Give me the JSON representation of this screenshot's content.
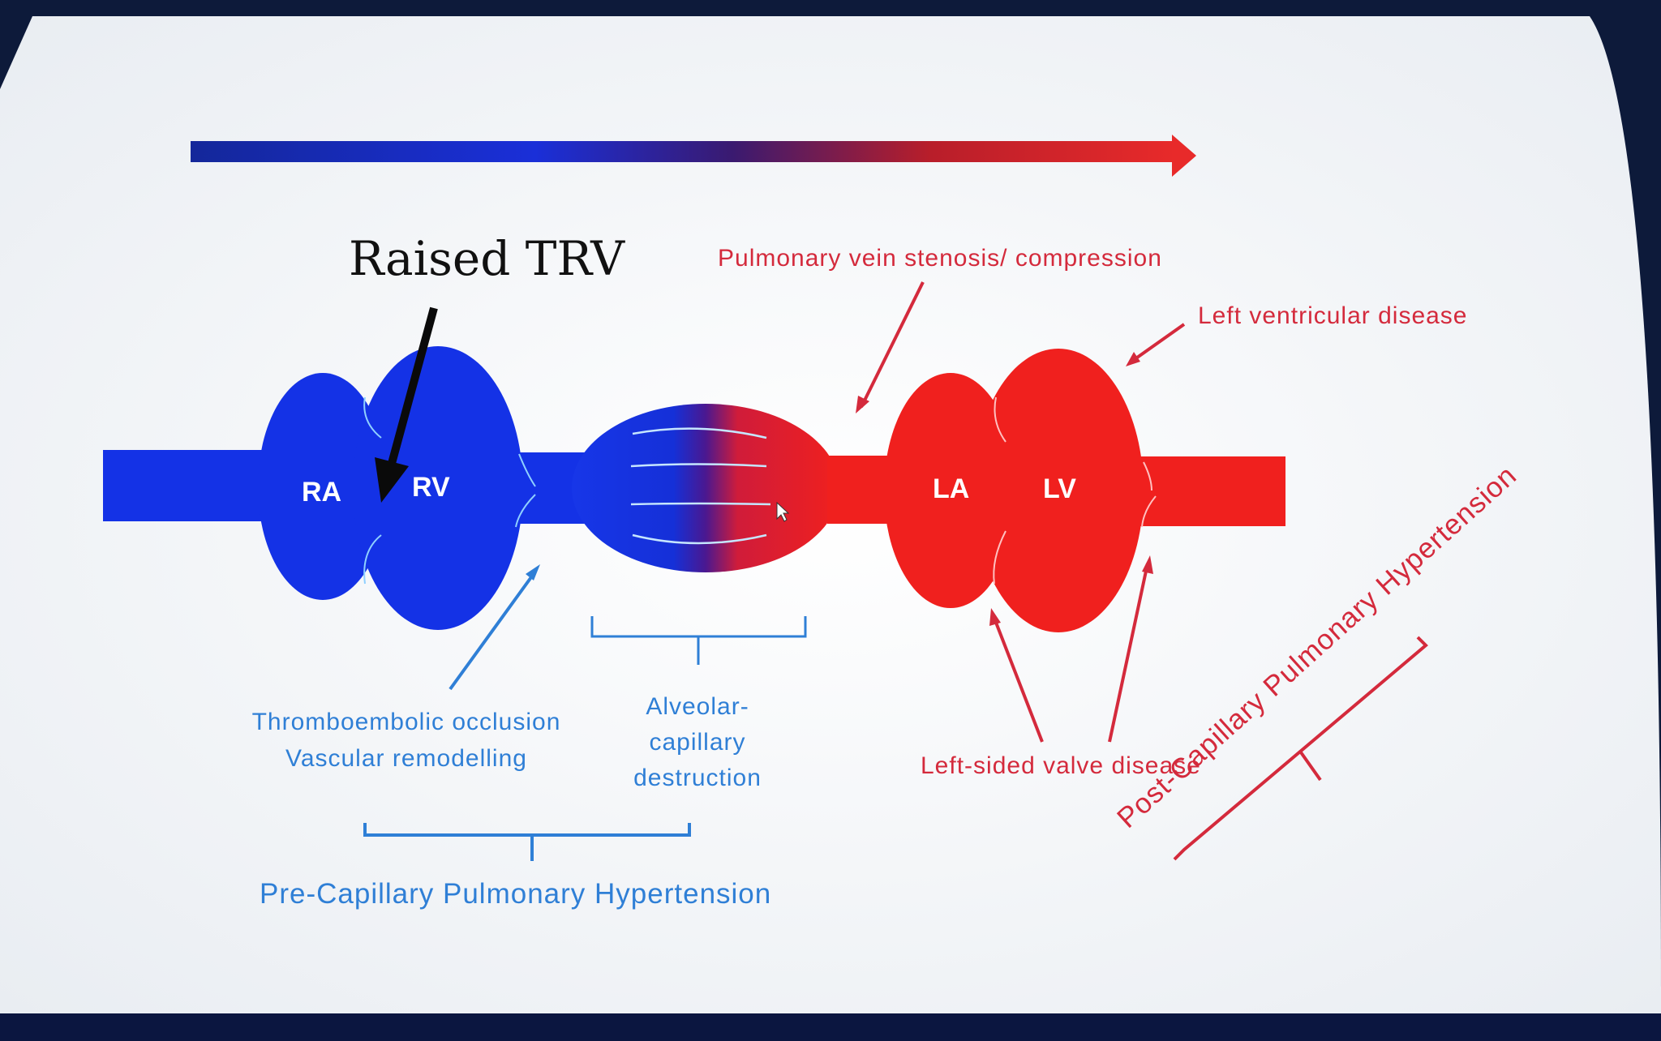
{
  "title": "Raised TRV",
  "chambers": {
    "ra": "RA",
    "rv": "RV",
    "la": "LA",
    "lv": "LV"
  },
  "annotations": {
    "pulmonary_vein": "Pulmonary vein stenosis/ compression",
    "left_ventricular": "Left ventricular disease",
    "thromboembolic": [
      "Thromboembolic occlusion",
      "Vascular remodelling"
    ],
    "alveolar": "Alveolar-capillary destruction",
    "left_valve": "Left-sided valve disease"
  },
  "groups": {
    "pre_capillary": "Pre-Capillary Pulmonary Hypertension",
    "post_capillary": "Post-Capillary Pulmonary Hypertension"
  },
  "colors": {
    "deoxygenated": "#1431e6",
    "oxygenated": "#f0201e",
    "pre_capillary_text": "#2f7fd6",
    "post_capillary_text": "#d42a3c"
  }
}
